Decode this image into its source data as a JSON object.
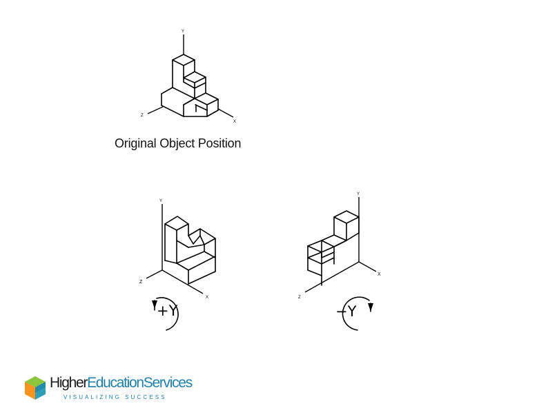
{
  "figures": {
    "original": {
      "caption": "Original Object Position",
      "axis_labels": {
        "y": "Y",
        "x": "X",
        "z": "Z"
      }
    },
    "plus_y": {
      "rotation_label": "+Y",
      "axis_labels": {
        "y": "Y",
        "x": "X",
        "z": "Z"
      }
    },
    "minus_y": {
      "rotation_label": "−Y",
      "axis_labels": {
        "y": "Y",
        "x": "X",
        "z": "Z"
      }
    }
  },
  "logo": {
    "brand_part1": "Higher",
    "brand_part2": "Education",
    "brand_part3": "Services",
    "tagline": "VISUALIZING SUCCESS",
    "colors": {
      "green": "#8cc63f",
      "orange": "#f7941d",
      "blue": "#1f7fa6",
      "teal": "#2e9fb5"
    }
  }
}
